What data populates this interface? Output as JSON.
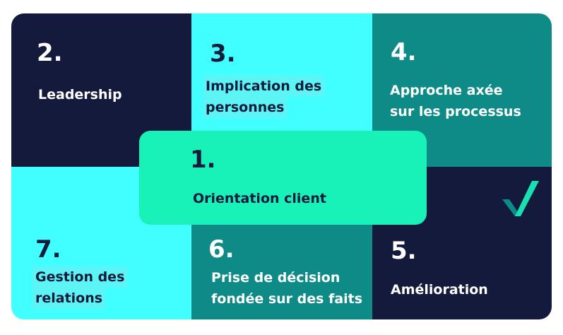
{
  "colors": {
    "navy": "#141a3b",
    "cyan": "#42ffff",
    "teal": "#0e8b87",
    "mint": "#18f2b8",
    "label_highlight_cyan": "#5cf4f4"
  },
  "principles": {
    "p1": {
      "number": "1.",
      "label": "Orientation client"
    },
    "p2": {
      "number": "2.",
      "label": "Leadership"
    },
    "p3": {
      "number": "3.",
      "label_line1": "Implication des",
      "label_line2": "personnes"
    },
    "p4": {
      "number": "4.",
      "label_line1": "Approche axée",
      "label_line2": "sur les processus"
    },
    "p5": {
      "number": "5.",
      "label": "Amélioration"
    },
    "p6": {
      "number": "6.",
      "label_line1": "Prise de décision",
      "label_line2": "fondée sur des faits"
    },
    "p7": {
      "number": "7.",
      "label_line1": "Gestion des",
      "label_line2": "relations"
    }
  },
  "logo_icon": "checkmark-logo-icon"
}
